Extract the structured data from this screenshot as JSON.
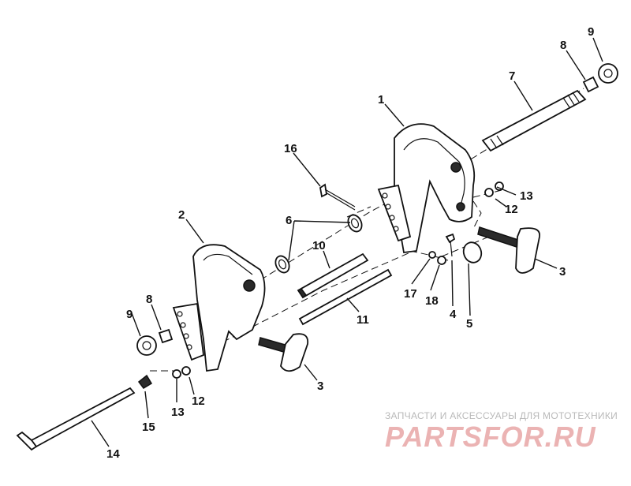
{
  "callouts": {
    "c1": "1",
    "c2": "2",
    "c3a": "3",
    "c3b": "3",
    "c4": "4",
    "c5": "5",
    "c6": "6",
    "c7": "7",
    "c8a": "8",
    "c8b": "8",
    "c9a": "9",
    "c9b": "9",
    "c10": "10",
    "c11": "11",
    "c12a": "12",
    "c12b": "12",
    "c13a": "13",
    "c13b": "13",
    "c14": "14",
    "c15": "15",
    "c16": "16",
    "c17": "17",
    "c18": "18"
  },
  "watermark": {
    "caption": "ЗАПЧАСТИ И АКСЕССУАРЫ ДЛЯ МОТОТЕХНИКИ",
    "logo": "PARTSFOR.RU"
  },
  "colors": {
    "ink": "#111111",
    "watermark_text": "#b9b9b9",
    "watermark_logo": "#ebb3b3"
  }
}
